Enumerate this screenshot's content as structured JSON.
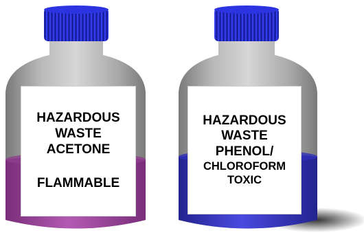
{
  "bottles": [
    {
      "name": "acetone",
      "liquid_color": "#a046a0",
      "cap_color": "#2b34e0",
      "label_lines": [
        "HAZARDOUS",
        "WASTE",
        "ACETONE",
        "FLAMMABLE"
      ]
    },
    {
      "name": "phenol-chloroform",
      "liquid_color": "#3a3acc",
      "cap_color": "#2b34e0",
      "label_lines": [
        "HAZARDOUS",
        "WASTE",
        "PHENOL/",
        "CHLOROFORM",
        "TOXIC"
      ]
    }
  ]
}
